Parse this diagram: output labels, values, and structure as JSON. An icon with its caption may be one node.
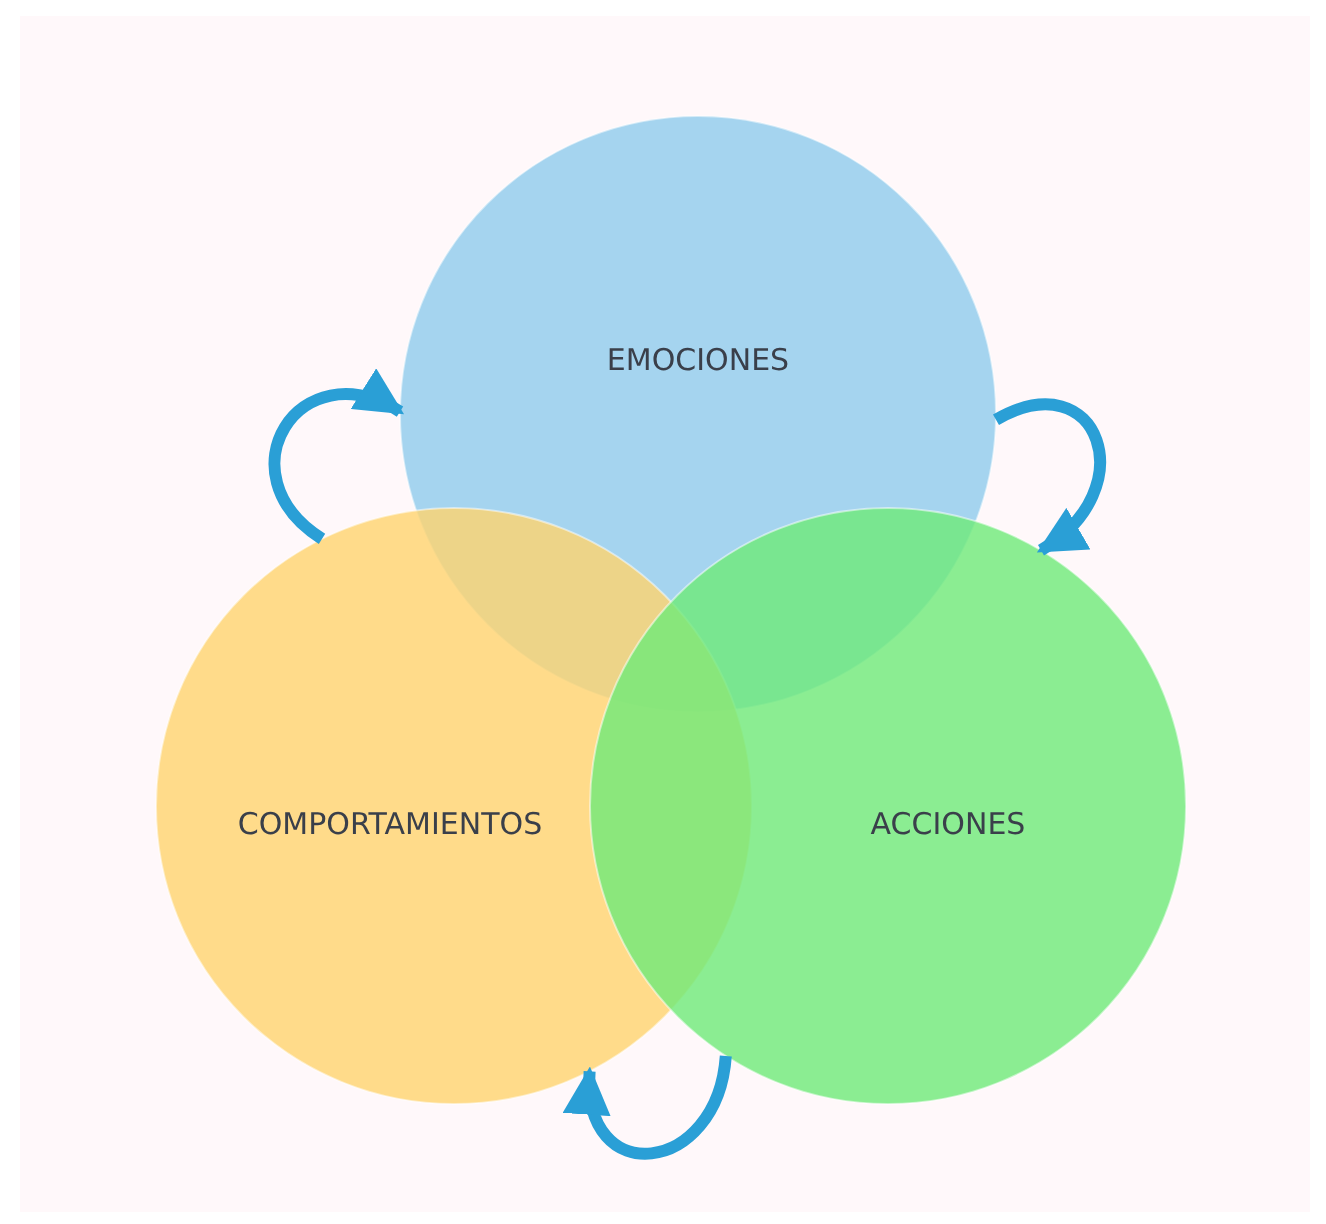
{
  "diagram": {
    "nodes": [
      {
        "text": [
          "EMOCIONES"
        ]
      },
      {
        "text": [
          "COMPORTAMIENTOS"
        ]
      },
      {
        "text": [
          "ACCIONES"
        ]
      }
    ],
    "edges": [
      {
        "from": 1,
        "to": 0,
        "arrow": "to"
      },
      {
        "from": 0,
        "to": 2,
        "arrow": "to"
      },
      {
        "from": 2,
        "to": 1,
        "arrow": "to"
      }
    ]
  }
}
